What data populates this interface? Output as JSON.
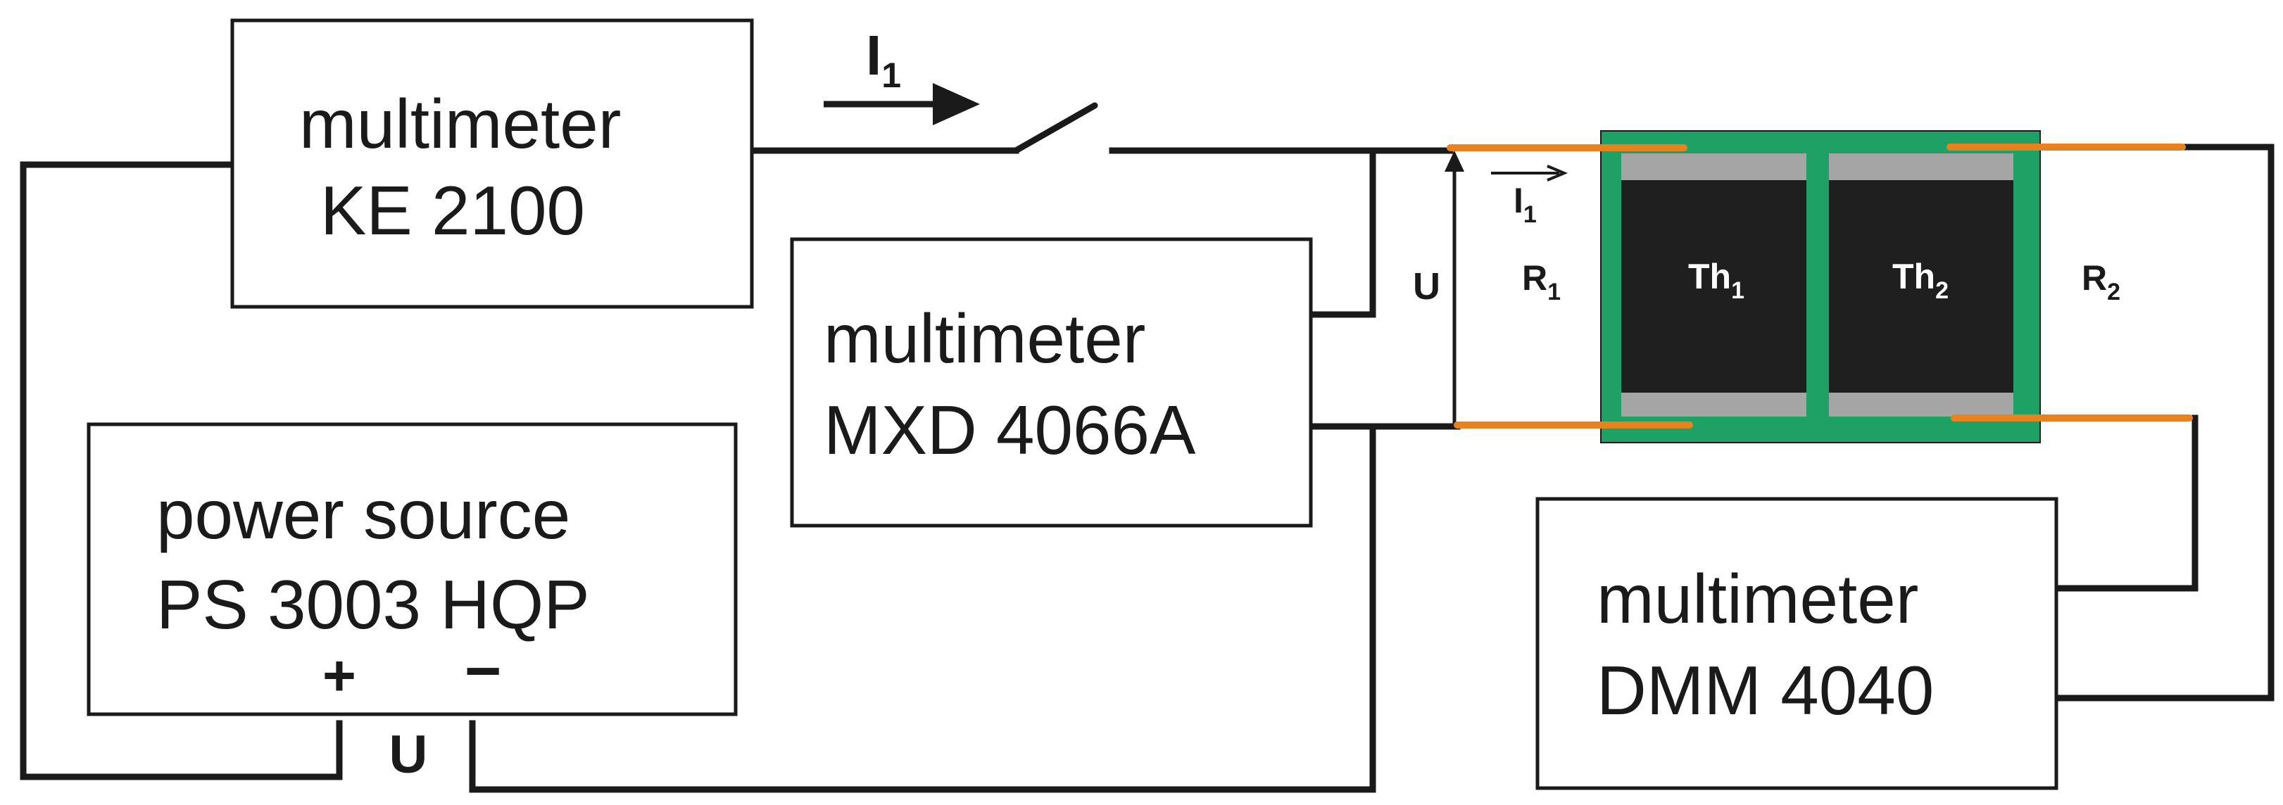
{
  "devices": {
    "ke2100": {
      "line1": "multimeter",
      "line2": "KE 2100"
    },
    "mxd4066a": {
      "line1": "multimeter",
      "line2": "MXD 4066A"
    },
    "ps3003": {
      "line1": "power source",
      "line2": "PS 3003 HQP",
      "plus": "+",
      "minus": "−",
      "output_label": "U"
    },
    "dmm4040": {
      "line1": "multimeter",
      "line2": "DMM 4040"
    }
  },
  "labels": {
    "current_main": {
      "main": "I",
      "sub": "1"
    },
    "current_small": {
      "main": "I",
      "sub": "1"
    },
    "voltage": "U",
    "r1": {
      "main": "R",
      "sub": "1"
    },
    "r2": {
      "main": "R",
      "sub": "2"
    }
  },
  "thermistors": {
    "th1": {
      "main": "Th",
      "sub": "1"
    },
    "th2": {
      "main": "Th",
      "sub": "2"
    }
  },
  "colors": {
    "wire": "#1a1a1a",
    "board": "#1fa064",
    "thermistor_body": "#1f1f1f",
    "contact_pad": "#a5a5a5",
    "lead": "#e8821e"
  }
}
